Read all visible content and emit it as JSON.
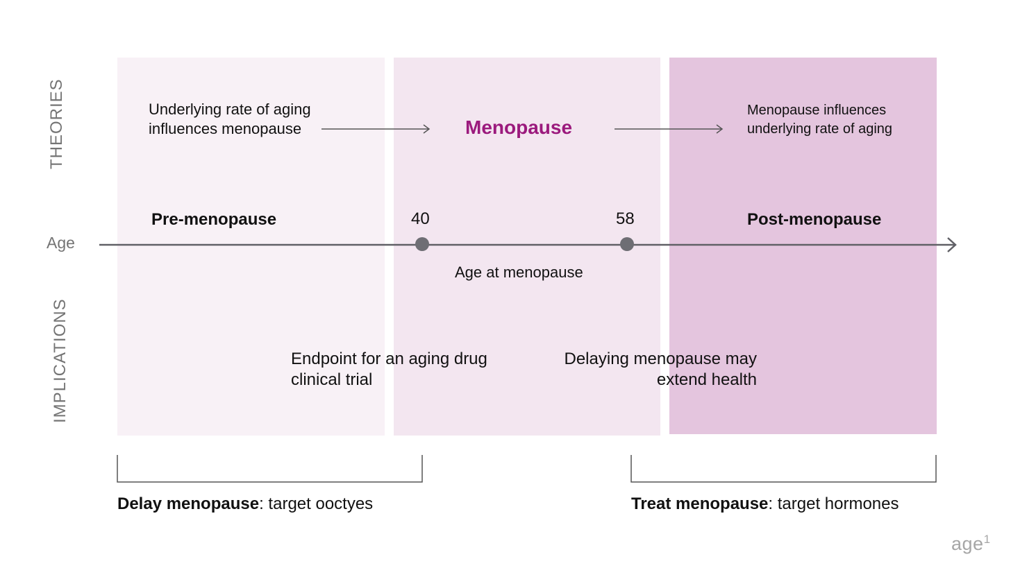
{
  "sections": {
    "theories_label": "THEORIES",
    "implications_label": "IMPLICATIONS"
  },
  "theories": {
    "left_text": "Underlying rate of aging influences menopause",
    "center_text": "Menopause",
    "right_text": "Menopause influences underlying rate of aging"
  },
  "timeline": {
    "axis_label": "Age",
    "stage_pre": "Pre-menopause",
    "stage_post": "Post-menopause",
    "age_marker_1": "40",
    "age_marker_2": "58",
    "range_label": "Age at menopause"
  },
  "implications": {
    "left_text": "Endpoint for an aging drug clinical trial",
    "right_text": "Delaying menopause may extend health"
  },
  "strategies": {
    "left_bold": "Delay menopause",
    "left_rest": ": target ooctyes",
    "right_bold": "Treat menopause",
    "right_rest": ": target hormones"
  },
  "brand": {
    "name": "age",
    "superscript": "1"
  },
  "colors": {
    "panel_pre": "#f8f1f6",
    "panel_mid": "#f3e6f0",
    "panel_post": "#e4c5de",
    "accent": "#9b1a7d",
    "axis": "#606066",
    "muted_label": "#747474"
  }
}
